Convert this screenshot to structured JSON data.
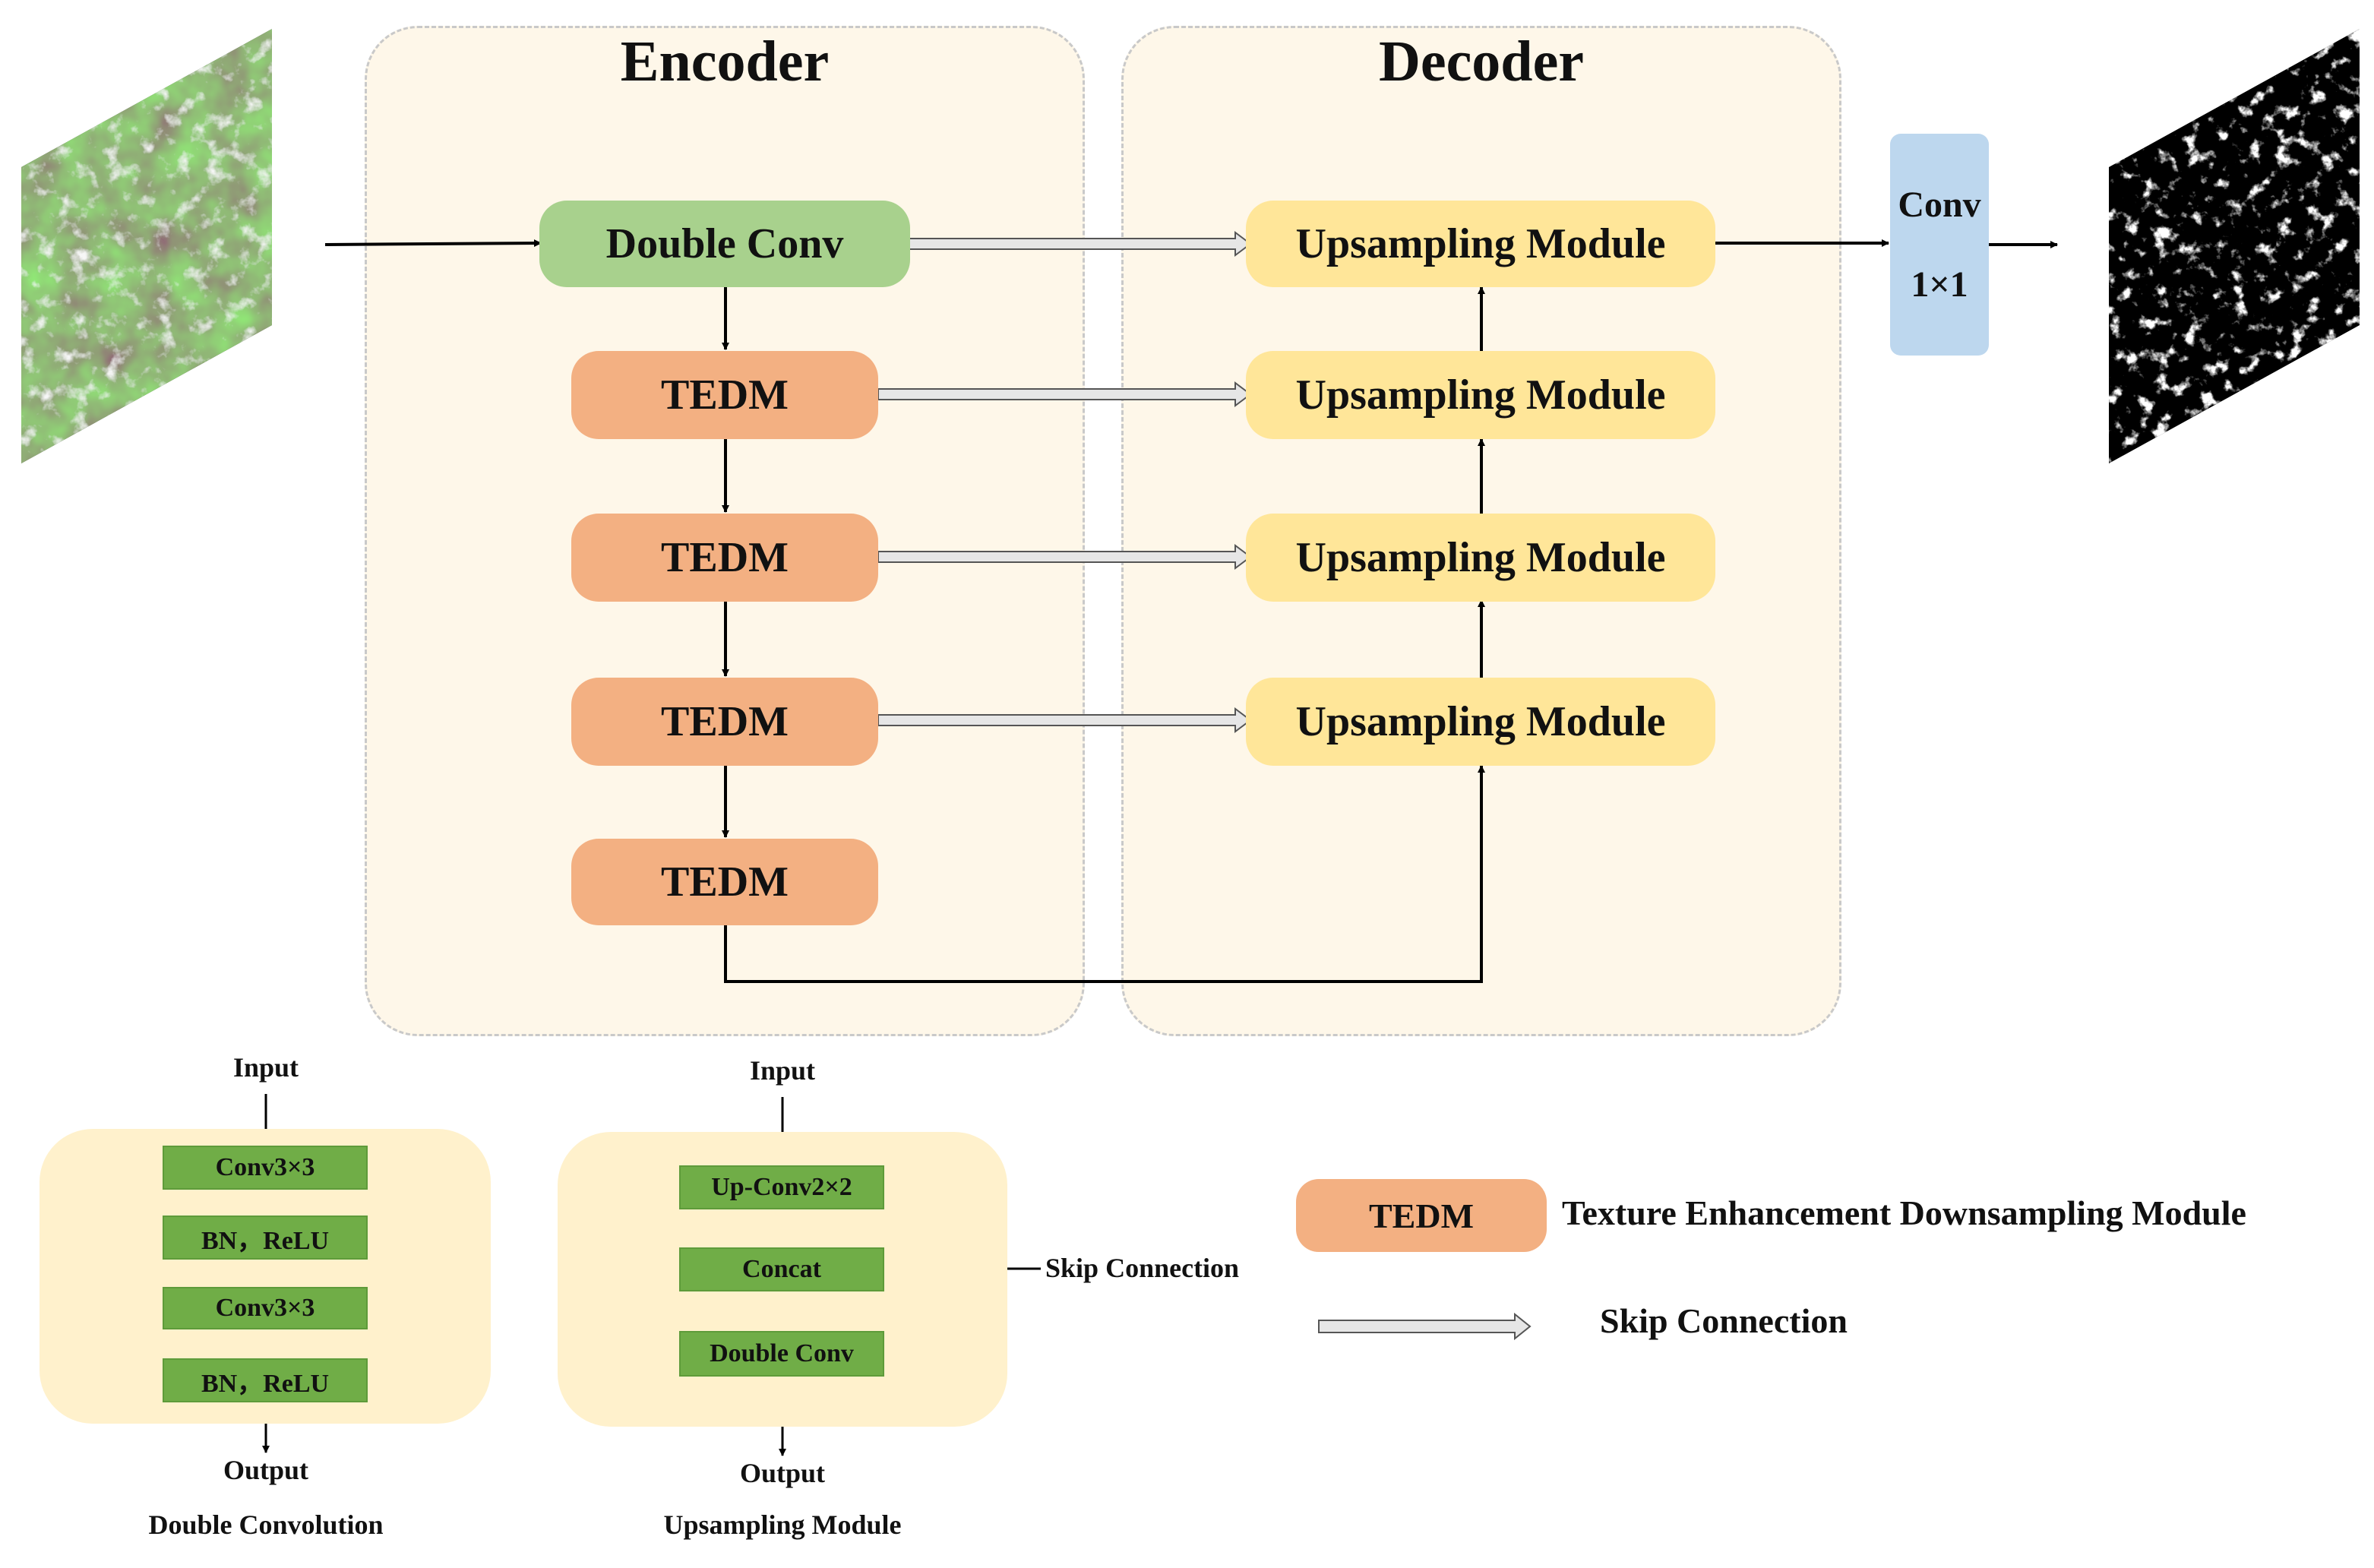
{
  "encoder": {
    "title": "Encoder"
  },
  "decoder": {
    "title": "Decoder"
  },
  "encoder_nodes": {
    "double_conv": "Double Conv",
    "tedm_1": "TEDM",
    "tedm_2": "TEDM",
    "tedm_3": "TEDM",
    "tedm_4": "TEDM"
  },
  "decoder_nodes": {
    "up_1": "Upsampling Module",
    "up_2": "Upsampling Module",
    "up_3": "Upsampling Module",
    "up_4": "Upsampling Module"
  },
  "output_conv": {
    "line1": "Conv",
    "line2": "1×1"
  },
  "double_convolution_detail": {
    "input": "Input",
    "steps": [
      "Conv3×3",
      "BN，ReLU",
      "Conv3×3",
      "BN，ReLU"
    ],
    "output": "Output",
    "caption": "Double Convolution"
  },
  "upsampling_detail": {
    "input": "Input",
    "steps": [
      "Up-Conv2×2",
      "Concat",
      "Double Conv"
    ],
    "side_input": "Skip Connection",
    "output": "Output",
    "caption": "Upsampling Module"
  },
  "legend": {
    "tedm_box": "TEDM",
    "tedm_desc": "Texture Enhancement Downsampling Module",
    "skip_desc": "Skip Connection"
  },
  "colors": {
    "panel_bg": "#fef7e9",
    "double_conv": "#a8d18d",
    "tedm": "#f3b082",
    "upsampling": "#ffe699",
    "conv1x1": "#bdd7ee",
    "detail_step": "#70ad47",
    "detail_panel": "#fff1cc"
  }
}
